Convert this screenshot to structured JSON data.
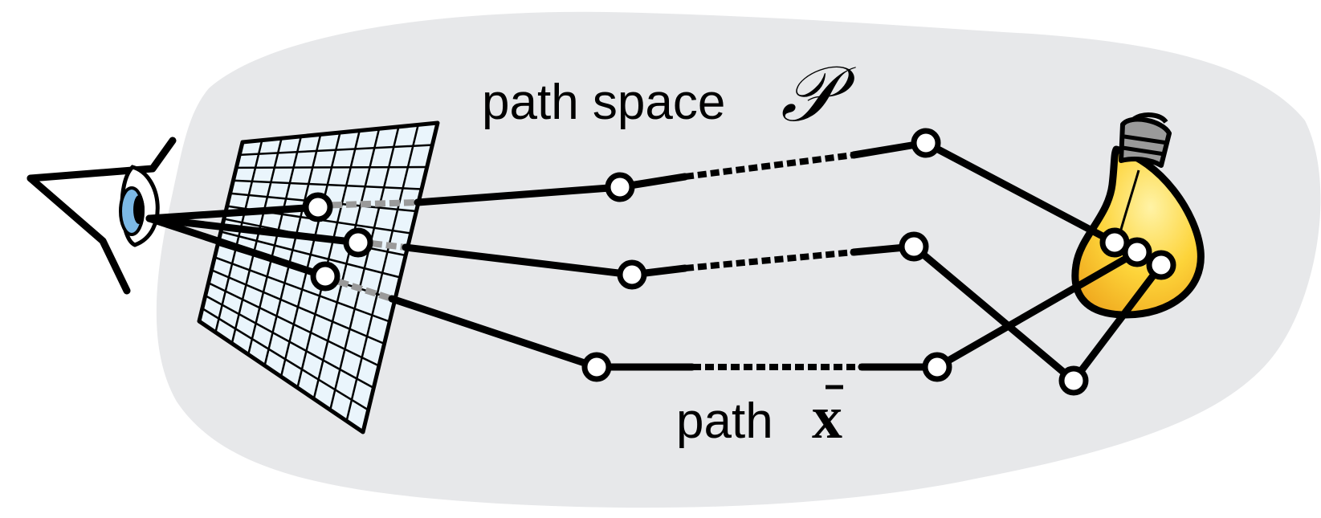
{
  "labels": {
    "path_space_text": "path space",
    "path_space_symbol": "𝒫",
    "path_text": "path",
    "path_symbol_char": "x"
  },
  "colors": {
    "background": "#ffffff",
    "path_space_blob": "#e7e8ea",
    "sensor_grid": "#eaf5fc",
    "eye_iris": "#7cb9e6",
    "bulb_glass": "#fdd43a",
    "bulb_base": "#9a9a9a",
    "path_stroke": "#000000",
    "hidden_segment": "#9a9a9a"
  },
  "icons": [
    "eye-icon",
    "sensor-grid-icon",
    "light-bulb-icon"
  ]
}
